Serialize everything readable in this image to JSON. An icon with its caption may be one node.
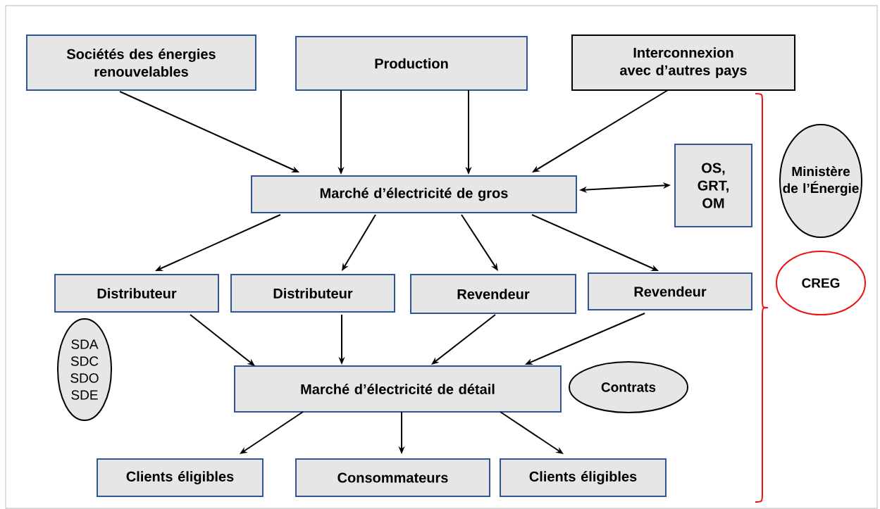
{
  "diagram": {
    "nodes": [
      {
        "text": [
          "Sociétés des énergies renouvelables"
        ]
      },
      {
        "text": [
          "Production"
        ]
      },
      {
        "text": [
          "Interconnexion avec d’autres pays"
        ]
      },
      {
        "text": [
          "Marché d’électricité de gros"
        ]
      },
      {
        "text": [
          "OS, GRT, OM"
        ]
      },
      {
        "text": [
          "Ministère de l’Énergie"
        ]
      },
      {
        "text": [
          "CREG"
        ]
      },
      {
        "text": [
          "Distributeur"
        ]
      },
      {
        "text": [
          "Distributeur"
        ]
      },
      {
        "text": [
          "Revendeur"
        ]
      },
      {
        "text": [
          "Revendeur"
        ]
      },
      {
        "text": [
          "SDA SDC SDO SDE"
        ]
      },
      {
        "text": [
          "Marché d’électricité de détail"
        ]
      },
      {
        "text": [
          "Contrats"
        ]
      },
      {
        "text": [
          "Clients éligibles"
        ]
      },
      {
        "text": [
          "Consommateurs"
        ]
      },
      {
        "text": [
          "Clients éligibles"
        ]
      }
    ],
    "edges": [
      {
        "from": 0,
        "to": 3,
        "arrow": "to"
      },
      {
        "from": 1,
        "to": 3,
        "arrow": "to"
      },
      {
        "from": 1,
        "to": 3,
        "arrow": "to"
      },
      {
        "from": 2,
        "to": 3,
        "arrow": "to"
      },
      {
        "from": 3,
        "to": 4,
        "arrow": "both"
      },
      {
        "from": 3,
        "to": 7,
        "arrow": "to"
      },
      {
        "from": 3,
        "to": 8,
        "arrow": "to"
      },
      {
        "from": 3,
        "to": 9,
        "arrow": "to"
      },
      {
        "from": 3,
        "to": 10,
        "arrow": "to"
      },
      {
        "from": 7,
        "to": 12,
        "arrow": "to"
      },
      {
        "from": 8,
        "to": 12,
        "arrow": "to"
      },
      {
        "from": 9,
        "to": 12,
        "arrow": "to"
      },
      {
        "from": 10,
        "to": 12,
        "arrow": "to"
      },
      {
        "from": 12,
        "to": 14,
        "arrow": "to"
      },
      {
        "from": 12,
        "to": 15,
        "arrow": "to"
      },
      {
        "from": 12,
        "to": 16,
        "arrow": "to"
      }
    ]
  }
}
